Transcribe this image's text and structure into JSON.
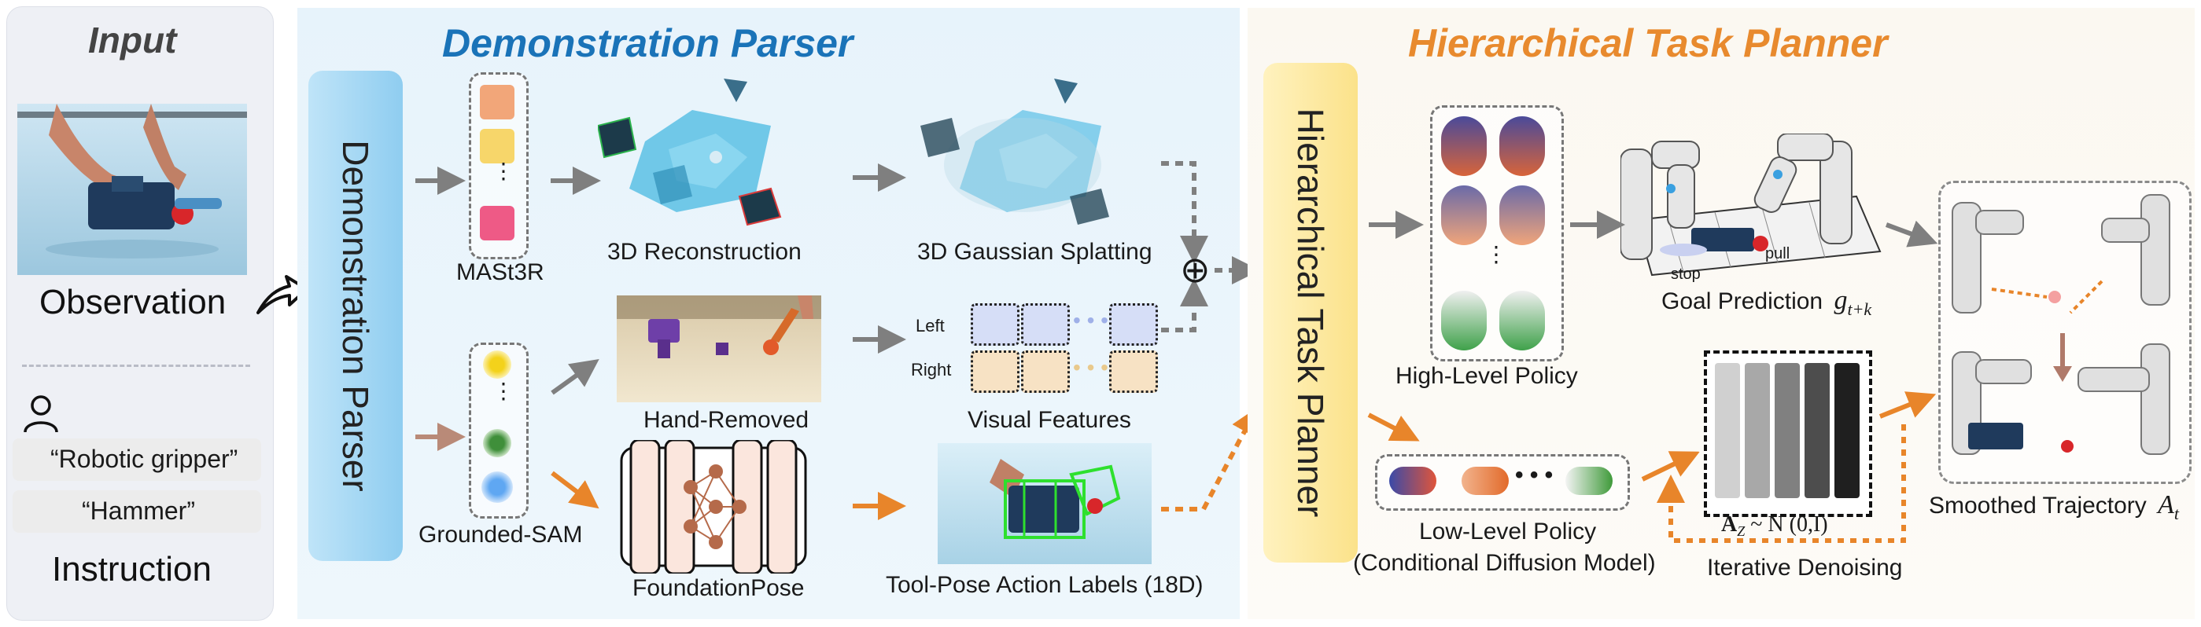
{
  "colors": {
    "parser_title": "#1a73b8",
    "planner_title": "#e88a2e",
    "gray_arrow": "#7f7f7f",
    "orange_arrow": "#e8852a",
    "input_bg": "#eef0f5",
    "parser_bg": "#e7f3fb",
    "planner_bg": "#fbf8f1"
  },
  "input_panel": {
    "title": "Input",
    "observation_label": "Observation",
    "person_icon": "person-icon",
    "prompt_1": "“Robotic gripper”",
    "prompt_2": "“Hammer”",
    "instruction_label": "Instruction"
  },
  "demonstration_parser": {
    "title": "Demonstration Parser",
    "module_label": "Demonstration Parser",
    "mast3r_label": "MASt3R",
    "reconstruction_label": "3D Reconstruction",
    "gaussian_label": "3D Gaussian Splatting",
    "grounded_sam_label": "Grounded-SAM",
    "hand_removed_label": "Hand-Removed",
    "visual_features_label": "Visual Features",
    "left_label": "Left",
    "right_label": "Right",
    "foundationpose_label": "FoundationPose",
    "tool_pose_label": "Tool-Pose Action Labels (18D)",
    "fusion_symbol": "⊕"
  },
  "hierarchical_task_planner": {
    "title": "Hierarchical Task Planner",
    "module_label": "Hierarchical Task Planner",
    "high_level_label": "High-Level Policy",
    "goal_prediction_label": "Goal Prediction",
    "goal_symbol": "g",
    "goal_subscript": "t+k",
    "stop_label": "stop",
    "pull_label": "pull",
    "low_level_label": "Low-Level Policy",
    "low_level_sublabel": "(Conditional Diffusion Model)",
    "noise_formula": "A",
    "noise_sub": "Z",
    "noise_rest": " ~ N (0,I)",
    "denoising_label": "Iterative Denoising",
    "trajectory_label": "Smoothed Trajectory",
    "trajectory_symbol": "A",
    "trajectory_subscript": "t"
  }
}
